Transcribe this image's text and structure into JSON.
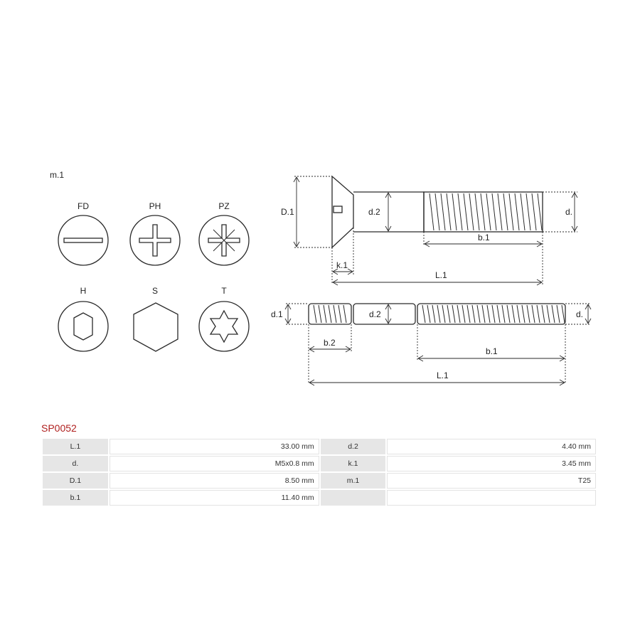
{
  "diagram": {
    "m1_label": "m.1",
    "drive_types": [
      {
        "code": "FD",
        "icon": "slotted-drive-icon"
      },
      {
        "code": "PH",
        "icon": "phillips-drive-icon"
      },
      {
        "code": "PZ",
        "icon": "pozidriv-drive-icon"
      },
      {
        "code": "H",
        "icon": "hex-socket-drive-icon"
      },
      {
        "code": "S",
        "icon": "hex-head-icon"
      },
      {
        "code": "T",
        "icon": "torx-drive-icon"
      }
    ],
    "screw_labels": {
      "D1": "D.1",
      "d2": "d.2",
      "d": "d.",
      "b1": "b.1",
      "k1": "k.1",
      "L1": "L.1"
    },
    "stud_labels": {
      "d1": "d.1",
      "d2": "d.2",
      "d": "d.",
      "b2": "b.2",
      "b1": "b.1",
      "L1": "L.1"
    }
  },
  "product": {
    "code": "SP0052"
  },
  "specs": [
    [
      {
        "label": "L.1",
        "value": "33.00 mm"
      },
      {
        "label": "d.2",
        "value": "4.40 mm"
      }
    ],
    [
      {
        "label": "d.",
        "value": "M5x0.8 mm"
      },
      {
        "label": "k.1",
        "value": "3.45 mm"
      }
    ],
    [
      {
        "label": "D.1",
        "value": "8.50 mm"
      },
      {
        "label": "m.1",
        "value": "T25"
      }
    ],
    [
      {
        "label": "b.1",
        "value": "11.40 mm"
      },
      {
        "label": "",
        "value": ""
      }
    ]
  ],
  "colors": {
    "code_red": "#b0201f",
    "label_cell_bg": "#e6e6e6",
    "line": "#2a2a2a"
  }
}
